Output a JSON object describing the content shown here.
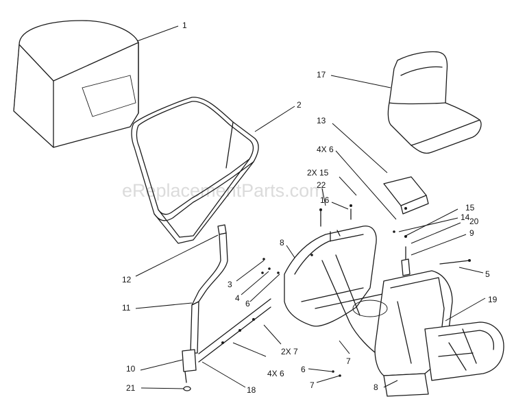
{
  "watermark": "eReplacementParts.com",
  "callouts": [
    {
      "id": "c-1",
      "text": "1"
    },
    {
      "id": "c-2",
      "text": "2"
    },
    {
      "id": "c-17",
      "text": "17"
    },
    {
      "id": "c-13",
      "text": "13"
    },
    {
      "id": "c-4x6-top",
      "text": "4X 6"
    },
    {
      "id": "c-2x15",
      "text": "2X 15"
    },
    {
      "id": "c-22",
      "text": "22"
    },
    {
      "id": "c-16",
      "text": "16"
    },
    {
      "id": "c-14",
      "text": "14"
    },
    {
      "id": "c-15",
      "text": "15"
    },
    {
      "id": "c-20",
      "text": "20"
    },
    {
      "id": "c-9",
      "text": "9"
    },
    {
      "id": "c-5",
      "text": "5"
    },
    {
      "id": "c-19",
      "text": "19"
    },
    {
      "id": "c-8-top",
      "text": "8"
    },
    {
      "id": "c-12",
      "text": "12"
    },
    {
      "id": "c-3",
      "text": "3"
    },
    {
      "id": "c-4",
      "text": "4"
    },
    {
      "id": "c-6-top",
      "text": "6"
    },
    {
      "id": "c-11",
      "text": "11"
    },
    {
      "id": "c-2x7",
      "text": "2X 7"
    },
    {
      "id": "c-7-mid",
      "text": "7"
    },
    {
      "id": "c-10",
      "text": "10"
    },
    {
      "id": "c-4x6-bottom",
      "text": "4X 6"
    },
    {
      "id": "c-6-bottom",
      "text": "6"
    },
    {
      "id": "c-7-bottom",
      "text": "7"
    },
    {
      "id": "c-8-bottom",
      "text": "8"
    },
    {
      "id": "c-21",
      "text": "21"
    },
    {
      "id": "c-18",
      "text": "18"
    }
  ]
}
